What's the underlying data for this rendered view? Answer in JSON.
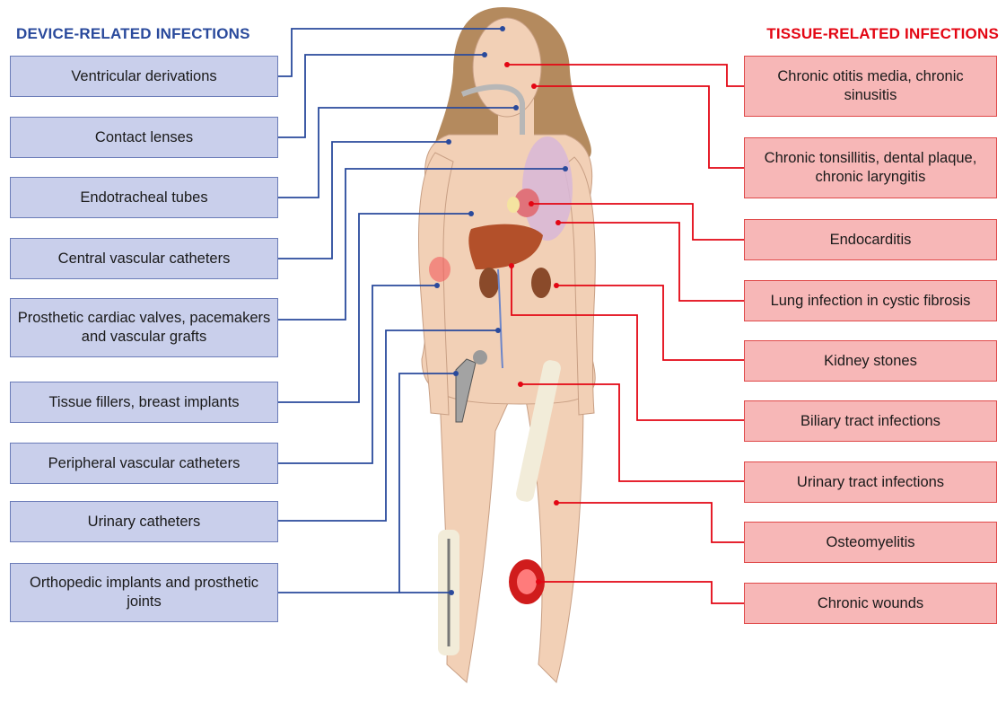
{
  "headings": {
    "device": "DEVICE-RELATED INFECTIONS",
    "tissue": "TISSUE-RELATED INFECTIONS"
  },
  "device_infections": [
    "Ventricular derivations",
    "Contact lenses",
    "Endotracheal tubes",
    "Central vascular catheters",
    "Prosthetic cardiac valves, pacemakers and vascular grafts",
    "Tissue fillers, breast implants",
    "Peripheral vascular catheters",
    "Urinary catheters",
    "Orthopedic implants and prosthetic joints"
  ],
  "tissue_infections": [
    "Chronic otitis media, chronic sinusitis",
    "Chronic tonsillitis, dental plaque, chronic laryngitis",
    "Endocarditis",
    "Lung infection in cystic fibrosis",
    "Kidney stones",
    "Biliary tract infections",
    "Urinary tract infections",
    "Osteomyelitis",
    "Chronic wounds"
  ],
  "colors": {
    "device_line": "#2a4a9c",
    "device_box": "#c9cfeb",
    "tissue_line": "#e30613",
    "tissue_box": "#f7b7b7",
    "skin": "#f2d0b6"
  }
}
